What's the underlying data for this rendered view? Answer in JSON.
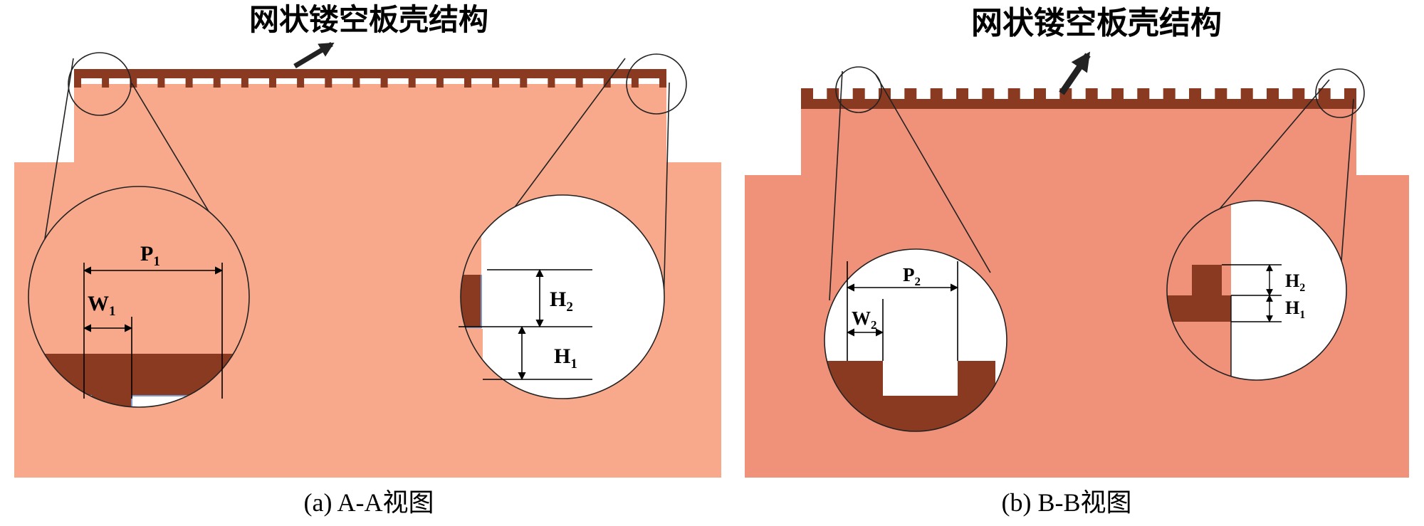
{
  "colors": {
    "body_a": "#f8a98b",
    "body_b": "#f0917a",
    "shell": "#8b3a22",
    "line": "#111111",
    "background": "#ffffff"
  },
  "panel_a": {
    "title": "网状镂空板壳结构",
    "caption": "(a) A-A视图",
    "labels": {
      "p": "P",
      "p_sub": "1",
      "w": "W",
      "w_sub": "1",
      "h2": "H",
      "h2_sub": "2",
      "h1": "H",
      "h1_sub": "1"
    }
  },
  "panel_b": {
    "title": "网状镂空板壳结构",
    "caption": "(b) B-B视图",
    "labels": {
      "p": "P",
      "p_sub": "2",
      "w": "W",
      "w_sub": "2",
      "h2": "H",
      "h2_sub": "2",
      "h1": "H",
      "h1_sub": "1"
    }
  }
}
